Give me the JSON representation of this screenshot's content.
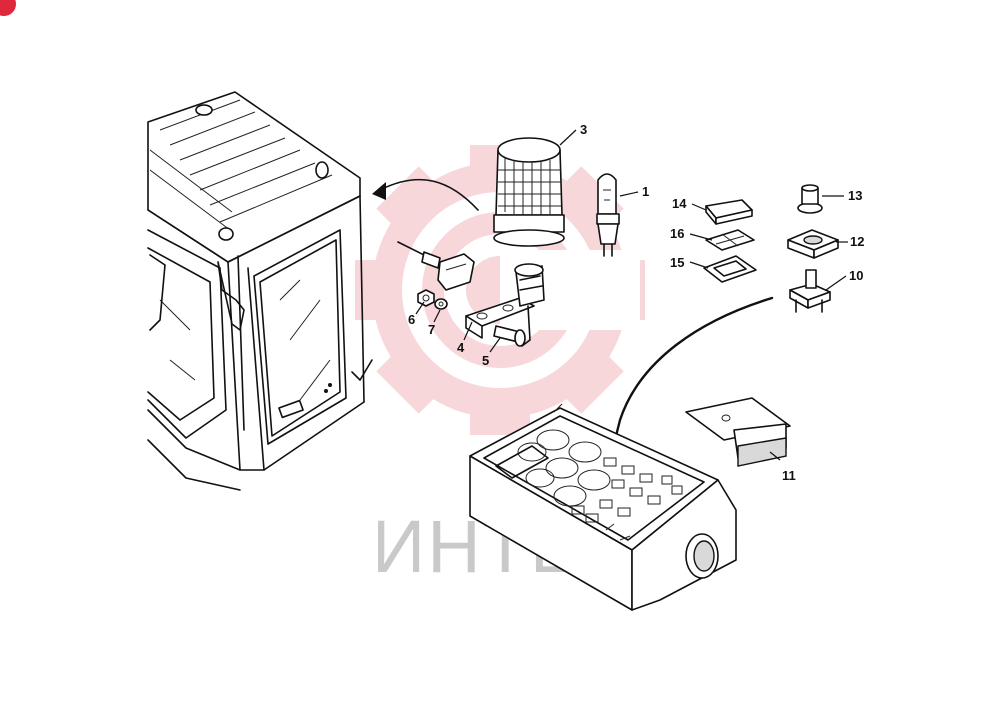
{
  "watermark": {
    "text": "ИНТЕХ",
    "color": "#f2b8bd",
    "text_color": "#c9c9c9"
  },
  "corner_badge": {
    "color": "#e0283c"
  },
  "callouts": [
    "1",
    "3",
    "4",
    "5",
    "6",
    "7",
    "10",
    "11",
    "12",
    "13",
    "14",
    "15",
    "16"
  ]
}
